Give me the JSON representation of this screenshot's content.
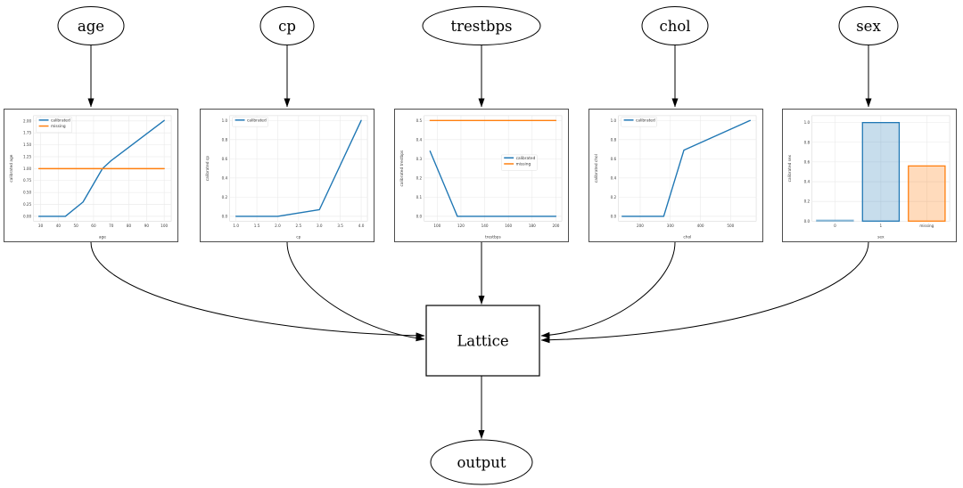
{
  "graph": {
    "inputs": [
      {
        "label": "age"
      },
      {
        "label": "cp"
      },
      {
        "label": "trestbps"
      },
      {
        "label": "chol"
      },
      {
        "label": "sex"
      }
    ],
    "lattice_label": "Lattice",
    "output_label": "output"
  },
  "colors": {
    "calibrated": "#1f77b4",
    "missing": "#ff7f0e",
    "edge": "#000000",
    "node_stroke": "#000000",
    "chart_frame": "#4d4d4d",
    "grid": "#e8e8e8",
    "tick_text": "#3a3a3a"
  },
  "chart_data": [
    {
      "type": "line",
      "feature": "age",
      "xlabel": "age",
      "ylabel": "calibrated age",
      "xlim": [
        26,
        104
      ],
      "ylim": [
        -0.1,
        2.11
      ],
      "x_ticks": [
        30,
        40,
        50,
        60,
        70,
        80,
        90,
        100
      ],
      "x_tick_labels": [
        "30",
        "40",
        "50",
        "60",
        "70",
        "80",
        "90",
        "100"
      ],
      "y_ticks": [
        0,
        0.25,
        0.5,
        0.75,
        1.0,
        1.25,
        1.5,
        1.75,
        2.0
      ],
      "y_tick_labels": [
        "0.00",
        "0.25",
        "0.50",
        "0.75",
        "1.00",
        "1.25",
        "1.50",
        "1.75",
        "2.00"
      ],
      "grid": true,
      "legend_pos": "top-left",
      "series": [
        {
          "name": "calibrated",
          "color": "#1f77b4",
          "x": [
            29,
            44,
            54,
            65,
            70,
            100
          ],
          "y": [
            0,
            0,
            0.3,
            1.0,
            1.17,
            2.01
          ]
        },
        {
          "name": "missing",
          "color": "#ff7f0e",
          "x": [
            29,
            100
          ],
          "y": [
            1.0,
            1.0
          ]
        }
      ]
    },
    {
      "type": "line",
      "feature": "cp",
      "xlabel": "cp",
      "ylabel": "calibrated cp",
      "xlim": [
        0.85,
        4.15
      ],
      "ylim": [
        -0.05,
        1.05
      ],
      "x_ticks": [
        1.0,
        1.5,
        2.0,
        2.5,
        3.0,
        3.5,
        4.0
      ],
      "x_tick_labels": [
        "1.0",
        "1.5",
        "2.0",
        "2.5",
        "3.0",
        "3.5",
        "4.0"
      ],
      "y_ticks": [
        0,
        0.2,
        0.4,
        0.6,
        0.8,
        1.0
      ],
      "y_tick_labels": [
        "0.0",
        "0.2",
        "0.4",
        "0.6",
        "0.8",
        "1.0"
      ],
      "grid": true,
      "legend_pos": "top-left",
      "series": [
        {
          "name": "calibrated",
          "color": "#1f77b4",
          "x": [
            1,
            2,
            3,
            4
          ],
          "y": [
            0,
            0,
            0.07,
            1.0
          ]
        }
      ]
    },
    {
      "type": "line",
      "feature": "trestbps",
      "xlabel": "trestbps",
      "ylabel": "calibrated trestbps",
      "xlim": [
        89,
        205
      ],
      "ylim": [
        -0.025,
        0.525
      ],
      "x_ticks": [
        100,
        120,
        140,
        160,
        180,
        200
      ],
      "x_tick_labels": [
        "100",
        "120",
        "140",
        "160",
        "180",
        "200"
      ],
      "y_ticks": [
        0,
        0.1,
        0.2,
        0.3,
        0.4,
        0.5
      ],
      "y_tick_labels": [
        "0.0",
        "0.1",
        "0.2",
        "0.3",
        "0.4",
        "0.5"
      ],
      "grid": true,
      "legend_pos": "center-right",
      "series": [
        {
          "name": "calibrated",
          "color": "#1f77b4",
          "x": [
            94,
            117,
            200
          ],
          "y": [
            0.34,
            0,
            0
          ]
        },
        {
          "name": "missing",
          "color": "#ff7f0e",
          "x": [
            94,
            200
          ],
          "y": [
            0.5,
            0.5
          ]
        }
      ]
    },
    {
      "type": "line",
      "feature": "chol",
      "xlabel": "chol",
      "ylabel": "calibrated chol",
      "xlim": [
        128,
        585
      ],
      "ylim": [
        -0.05,
        1.05
      ],
      "x_ticks": [
        200,
        300,
        400,
        500
      ],
      "x_tick_labels": [
        "200",
        "300",
        "400",
        "500"
      ],
      "y_ticks": [
        0,
        0.2,
        0.4,
        0.6,
        0.8,
        1.0
      ],
      "y_tick_labels": [
        "0.0",
        "0.2",
        "0.4",
        "0.6",
        "0.8",
        "1.0"
      ],
      "grid": true,
      "legend_pos": "top-left",
      "series": [
        {
          "name": "calibrated",
          "color": "#1f77b4",
          "x": [
            140,
            278,
            345,
            565
          ],
          "y": [
            0,
            0,
            0.69,
            1.0
          ]
        }
      ]
    },
    {
      "type": "bar",
      "feature": "sex",
      "xlabel": "sex",
      "ylabel": "calibrated sex",
      "categories": [
        "0",
        "1",
        "missing"
      ],
      "values": [
        0.01,
        1.0,
        0.56
      ],
      "bar_fill": [
        "rgba(31,119,180,0.18)",
        "rgba(31,119,180,0.25)",
        "rgba(255,127,14,0.28)"
      ],
      "bar_edge": [
        "rgba(31,119,180,0.45)",
        "#1f77b4",
        "#ff7f0e"
      ],
      "ylim": [
        0,
        1.07
      ],
      "y_ticks": [
        0,
        0.2,
        0.4,
        0.6,
        0.8,
        1.0
      ],
      "y_tick_labels": [
        "0.0",
        "0.2",
        "0.4",
        "0.6",
        "0.8",
        "1.0"
      ],
      "grid": true,
      "legend_pos": "none",
      "series": []
    }
  ]
}
